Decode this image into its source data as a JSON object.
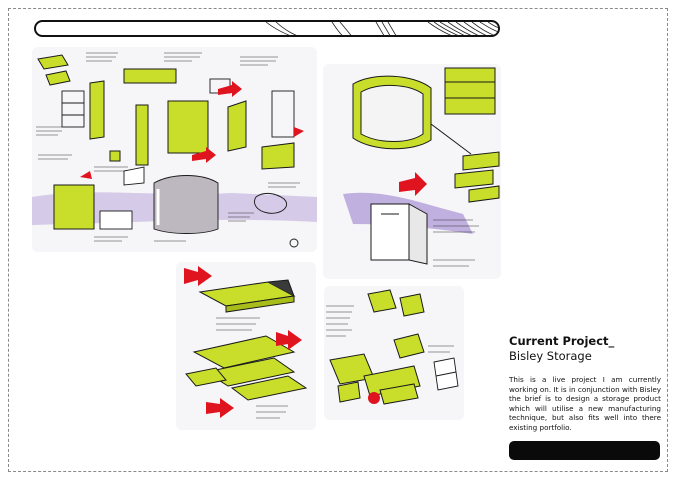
{
  "project": {
    "title_line1": "Current Project_",
    "title_line2": "Bisley Storage",
    "description": "This is a live project I am currently working on. It is in conjunction with Bisley the brief is to design a storage product which will utilise a new manufacturing technique, but also fits well into there existing portfolio."
  },
  "colors": {
    "accent_green": "#c8de2a",
    "accent_red": "#e0141e",
    "accent_purple": "#7a5bb0",
    "ink": "#1a1a1a"
  }
}
